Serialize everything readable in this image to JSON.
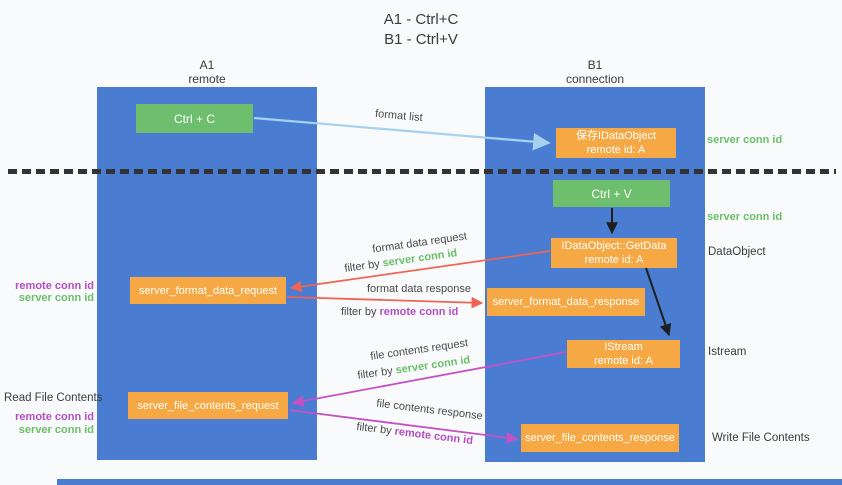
{
  "title": {
    "line1": "A1 - Ctrl+C",
    "line2": "B1 - Ctrl+V"
  },
  "columns": {
    "a": {
      "name": "A1",
      "role": "remote"
    },
    "b": {
      "name": "B1",
      "role": "connection"
    }
  },
  "boxes": {
    "ctrl_c": "Ctrl + C",
    "ctrl_v": "Ctrl + V",
    "save_dataobject": {
      "line1": "保存IDataObject",
      "line2": "remote id: A"
    },
    "getdata": {
      "line1": "IDataObject::GetData",
      "line2": "remote id: A"
    },
    "istream": {
      "line1": "IStream",
      "line2": "remote id: A"
    },
    "format_request": "server_format_data_request",
    "format_response": "server_format_data_response",
    "file_request": "server_file_contents_request",
    "file_response": "server_file_contents_response"
  },
  "arrow_labels": {
    "format_list": "format list",
    "format_data_request": "format data request",
    "format_data_response": "format data response",
    "file_contents_request": "file contents request",
    "file_contents_response": "file contents response",
    "filter_prefix": "filter by",
    "server_conn_id": "server conn id",
    "remote_conn_id": "remote conn id"
  },
  "side_labels": {
    "server_conn_id": "server conn id",
    "remote_conn_id": "remote conn id",
    "dataobject": "DataObject",
    "istream": "Istream",
    "read_file_contents": "Read File Contents",
    "write_file_contents": "Write File Contents"
  },
  "colors": {
    "column_blue": "#4a7cd2",
    "box_green": "#6dbf6d",
    "box_orange": "#f5a843",
    "green_text": "#6abf69",
    "purple_text": "#b44ec4",
    "arrow_lightblue": "#a5d2f0",
    "arrow_red": "#ee6455",
    "arrow_magenta": "#c551c5",
    "arrow_black": "#1f1f1f"
  }
}
